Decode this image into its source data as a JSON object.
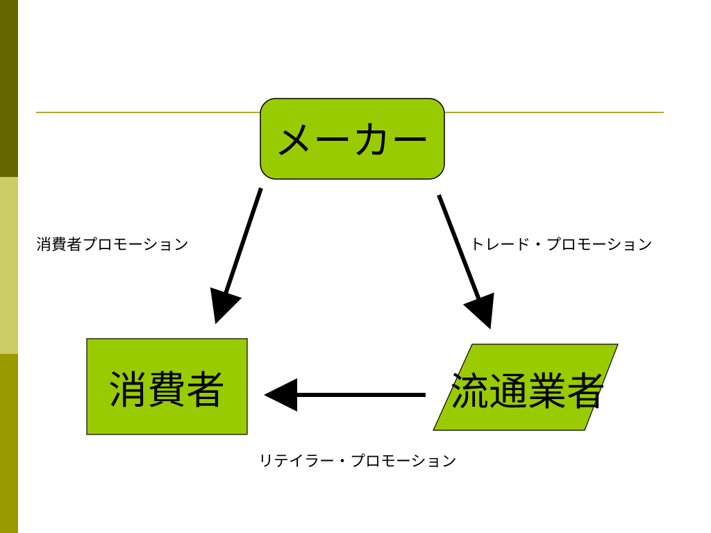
{
  "slide": {
    "accent_colors": {
      "bar_top": "#666600",
      "bar_middle": "#cccc66",
      "bar_bottom": "#999900",
      "rule": "#b3a533",
      "node_fill_maker": "#99cc00",
      "node_fill": "#99cc00"
    }
  },
  "diagram": {
    "nodes": {
      "maker": "メーカー",
      "consumer": "消費者",
      "distributor": "流通業者"
    },
    "edges": {
      "maker_to_consumer": "消費者プロモーション",
      "maker_to_distributor": "トレード・プロモーション",
      "distributor_to_consumer": "リテイラー・プロモーション"
    }
  }
}
